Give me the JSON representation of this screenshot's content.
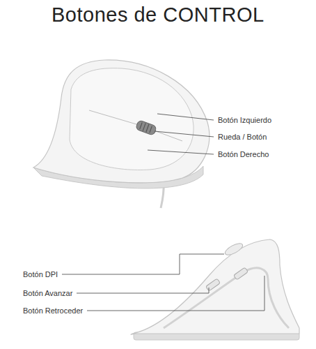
{
  "diagram": {
    "title": "Botones de CONTROL",
    "labels": [
      "Botón Izquierdo",
      "Rueda / Botón",
      "Botón Derecho",
      "Botón DPI",
      "Botón Avanzar",
      "Botón Retroceder"
    ]
  }
}
